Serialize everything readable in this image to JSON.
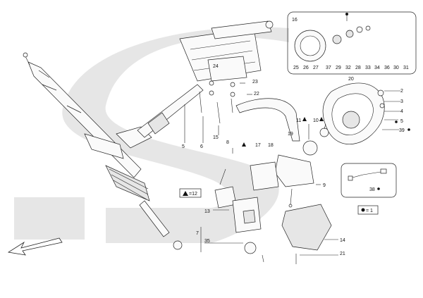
{
  "legend": {
    "triangle_eq": "=12",
    "dot_eq": "= 1"
  },
  "labels": {
    "n2": "2",
    "n3": "3",
    "n4": "4",
    "n5": "5",
    "n6": "6",
    "n7": "7",
    "n8": "8",
    "n9": "9",
    "n10": "10",
    "n11": "11",
    "n13": "13",
    "n14": "14",
    "n15": "15",
    "n16": "16",
    "n17": "17",
    "n18": "18",
    "n19": "19",
    "n20": "20",
    "n21": "21",
    "n22": "22",
    "n23": "23",
    "n24": "24",
    "n25": "25",
    "n26": "26",
    "n27": "27",
    "n28": "28",
    "n29": "29",
    "n30": "30",
    "n31": "31",
    "n32": "32",
    "n33": "33",
    "n34": "34",
    "n35": "35",
    "n36": "36",
    "n37": "37",
    "n38": "38",
    "n39": "39"
  },
  "colors": {
    "watermark": "#e6e6e6",
    "line": "#222222"
  },
  "icons": {
    "direction_arrow": "arrow-icon"
  }
}
